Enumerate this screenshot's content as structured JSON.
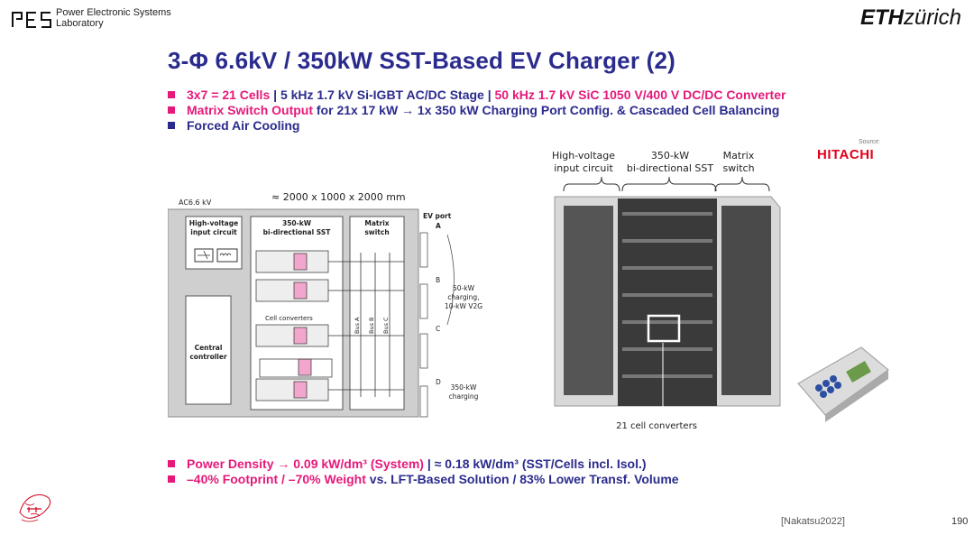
{
  "header": {
    "lab_name_line1": "Power Electronic Systems",
    "lab_name_line2": "Laboratory",
    "eth_bold": "ETH",
    "eth_rest": "zürich"
  },
  "title": "3-Φ 6.6kV / 350kW SST-Based EV Charger (2)",
  "bullets": {
    "b1_a": "3x7 = 21 Cells",
    "b1_b": " | 5 kHz 1.7 kV Si-IGBT AC/DC Stage | ",
    "b1_c": "50 kHz 1.7 kV SiC  1050 V/400 V DC/DC Converter",
    "b2_a": "Matrix Switch Output",
    "b2_b": " for 21x 17 kW → 1x 350 kW Charging Port Config. & Cascaded Cell Balancing",
    "b3": "Forced Air Cooling",
    "b4_a": "Power Density → 0.09 kW/dm³ (System)",
    "b4_b": "  | ≈ 0.18 kW/dm³ (SST/Cells incl. Isol.)",
    "b5_a": "–40% Footprint / –70% Weight",
    "b5_b": " vs. LFT-Based Solution / 83% Lower Transf. Volume"
  },
  "diagram": {
    "dims": "≈ 2000 x 1000 x 2000 mm",
    "ac_label": "AC6.6 kV",
    "hv_input": [
      "High-voltage",
      "input circuit"
    ],
    "sst": [
      "350-kW",
      "bi-directional SST"
    ],
    "matrix": [
      "Matrix",
      "switch"
    ],
    "ev_port": [
      "EV port",
      "A"
    ],
    "port_b": "B",
    "port_c": "C",
    "port_d": "D",
    "cell_conv": "Cell converters",
    "central": [
      "Central",
      "controller"
    ],
    "bus_a": "Bus A",
    "bus_b": "Bus B",
    "bus_c": "Bus C",
    "charge50": [
      "50-kW",
      "charging,",
      "10-kW V2G"
    ],
    "charge350": [
      "350-kW",
      "charging"
    ]
  },
  "photo": {
    "hv_input": [
      "High-voltage",
      "input circuit"
    ],
    "sst": [
      "350-kW",
      "bi-directional SST"
    ],
    "matrix": [
      "Matrix",
      "switch"
    ],
    "cells": "21 cell converters"
  },
  "source_label": "Source:",
  "source_brand": "HITACHI",
  "citation": "[Nakatsu2022]",
  "page_number": "190",
  "colors": {
    "accent_magenta": "#e5197a",
    "accent_blue": "#2b2b8e",
    "hitachi_red": "#e3001b"
  }
}
